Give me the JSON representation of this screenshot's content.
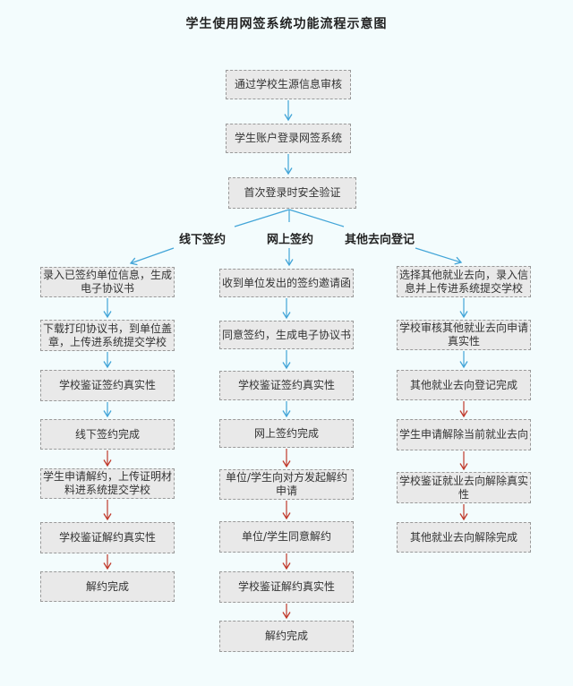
{
  "title": "学生使用网签系统功能流程示意图",
  "colors": {
    "background": "#f3fcfd",
    "node_fill": "#e9e9e9",
    "node_border": "#999999",
    "signing_arrow_blue": "#42a5d8",
    "termination_arrow_red": "#c0392b"
  },
  "top_chain": [
    "通过学校生源信息审核",
    "学生账户登录网签系统",
    "首次登录时安全验证"
  ],
  "branch_labels": {
    "offline": "线下签约",
    "online": "网上签约",
    "other": "其他去向登记"
  },
  "columns": {
    "offline": {
      "nodes": [
        "录入已签约单位信息，生成电子协议书",
        "下载打印协议书，到单位盖章，上传进系统提交学校",
        "学校鉴证签约真实性",
        "线下签约完成",
        "学生申请解约，上传证明材料进系统提交学校",
        "学校鉴证解约真实性",
        "解约完成"
      ]
    },
    "online": {
      "nodes": [
        "收到单位发出的签约邀请函",
        "同意签约，生成电子协议书",
        "学校鉴证签约真实性",
        "网上签约完成",
        "单位/学生向对方发起解约申请",
        "单位/学生同意解约",
        "学校鉴证解约真实性",
        "解约完成"
      ]
    },
    "other": {
      "nodes": [
        "选择其他就业去向，录入信息并上传进系统提交学校",
        "学校审核其他就业去向申请真实性",
        "其他就业去向登记完成",
        "学生申请解除当前就业去向",
        "学校鉴证就业去向解除真实性",
        "其他就业去向解除完成"
      ]
    }
  }
}
